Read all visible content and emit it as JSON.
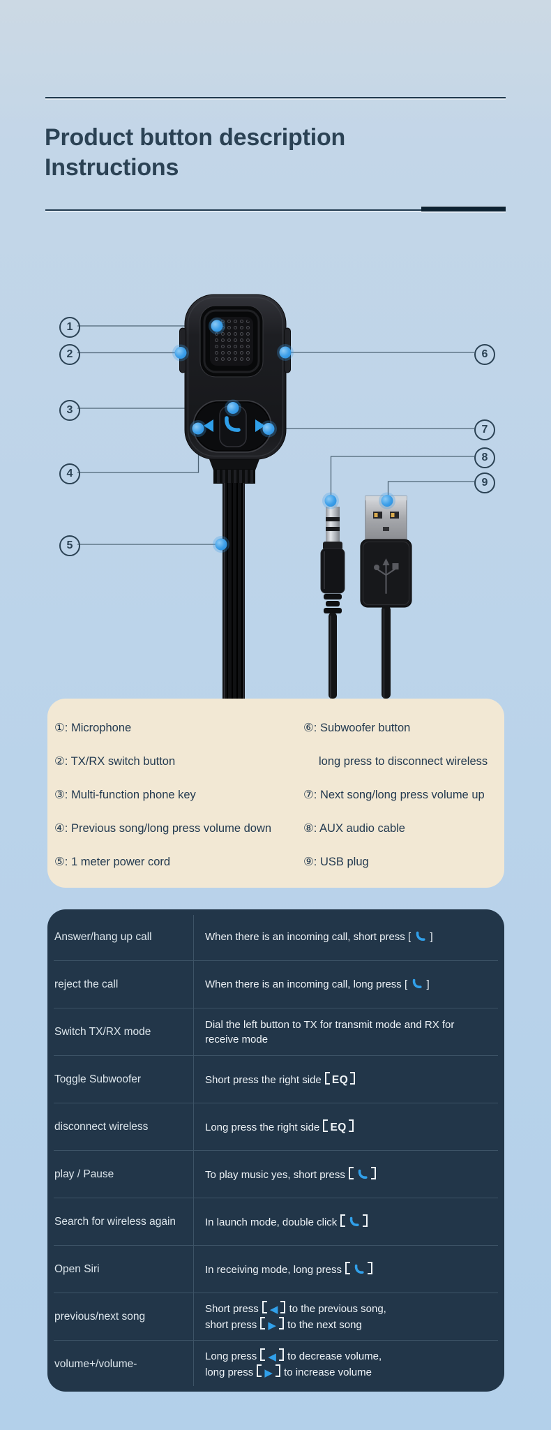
{
  "header": {
    "title_line1": "Product button description",
    "title_line2": "Instructions"
  },
  "diagram": {
    "callouts": [
      "1",
      "2",
      "3",
      "4",
      "5",
      "6",
      "7",
      "8",
      "9"
    ]
  },
  "legend": {
    "left_items": [
      {
        "text": "①: Microphone"
      },
      {
        "text": "②: TX/RX switch button"
      },
      {
        "text": "③: Multi-function phone key"
      },
      {
        "text": "④: Previous song/long press volume down"
      },
      {
        "text": "⑤: 1 meter power cord"
      }
    ],
    "right_items": [
      {
        "text": "⑥: Subwoofer button"
      },
      {
        "text": "long press to disconnect wireless",
        "indent": true
      },
      {
        "text": "⑦: Next song/long press volume up"
      },
      {
        "text": "⑧: AUX audio cable"
      },
      {
        "text": "⑨: USB plug"
      }
    ]
  },
  "table": {
    "eq_label": "EQ",
    "icons": {
      "phone": "phone-handset-icon",
      "prev": "previous-triangle-icon",
      "next": "next-triangle-icon",
      "prev_glyph": "◀",
      "next_glyph": "▶"
    },
    "rows": [
      {
        "label": "Answer/hang up call",
        "desc": "When there is an incoming call, short press [ {phone} ]"
      },
      {
        "label": "reject the call",
        "desc": "When there is an incoming call, long press [ {phone} ]"
      },
      {
        "label": "Switch TX/RX mode",
        "desc": "Dial the left button to TX for transmit mode and RX for\nreceive mode"
      },
      {
        "label": "Toggle Subwoofer",
        "desc": "Short press the right side {eq}"
      },
      {
        "label": "disconnect wireless",
        "desc": "Long press the right side {eq}"
      },
      {
        "label": "play / Pause",
        "desc": "To play music yes, short press {lb}{phone}{rb}"
      },
      {
        "label": "Search for wireless again",
        "desc": "In launch mode, double click {lb}{phone}{rb}"
      },
      {
        "label": "Open Siri",
        "desc": "In receiving mode, long press {lb}{phone}{rb}"
      },
      {
        "label": "previous/next song",
        "desc": "Short press {lb}{prev}{rb} to the previous song,\nshort press {lb}{next}{rb} to the next song"
      },
      {
        "label": "volume+/volume-",
        "desc": "Long press {lb}{prev}{rb} to decrease volume,\nlong press {lb}{next}{rb} to increase volume"
      }
    ]
  }
}
